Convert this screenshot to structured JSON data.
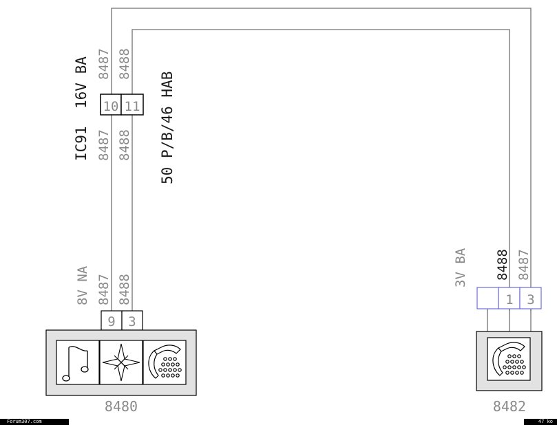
{
  "connector_top": {
    "ref": "IC91",
    "spec": "16V BA",
    "pins": [
      "10",
      "11"
    ],
    "wires_above": [
      "8487",
      "8488"
    ],
    "wires_below": [
      "8487",
      "8488"
    ]
  },
  "harness_note": "50 P/B/46 HAB",
  "module_left": {
    "ref": "8480",
    "connector_spec": "8V NA",
    "pins": [
      "9",
      "3"
    ],
    "wires": [
      "8487",
      "8488"
    ],
    "icons": [
      "music-note-icon",
      "compass-rose-icon",
      "telephone-icon"
    ]
  },
  "module_right": {
    "ref": "8482",
    "connector_spec": "3V BA",
    "pins": [
      "",
      "1",
      "3"
    ],
    "wires": [
      "8488",
      "8487"
    ],
    "icons": [
      "telephone-icon"
    ]
  },
  "footer": {
    "left": "Forum307.com",
    "right": "47 ko"
  },
  "colors": {
    "wire": "#707070",
    "connector_right_border": "#6a6ad8",
    "panel_fill": "#e2e2e2"
  }
}
